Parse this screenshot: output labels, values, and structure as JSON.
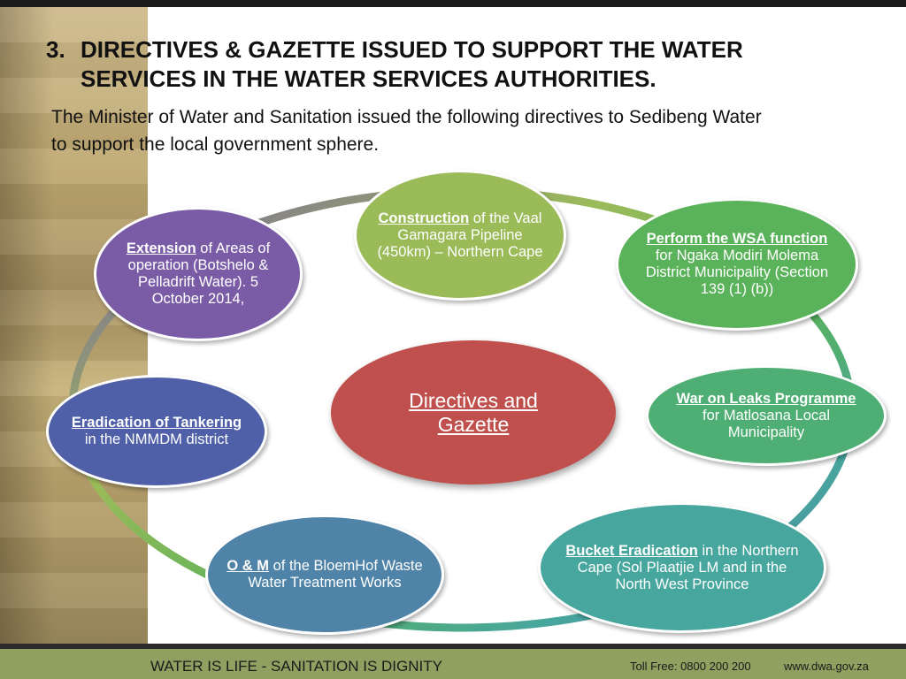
{
  "heading": {
    "number": "3.",
    "text": "DIRECTIVES & GAZETTE ISSUED TO SUPPORT THE WATER SERVICES IN THE WATER SERVICES AUTHORITIES."
  },
  "intro": "The Minister of Water and Sanitation issued the following directives to Sedibeng Water to support the local government sphere.",
  "diagram": {
    "center": "Directives and Gazette",
    "nodes": {
      "construction": {
        "bold": "Construction",
        "rest": " of the Vaal Gamagara Pipeline (450km) – Northern Cape",
        "color": "#9bbb59"
      },
      "wsa": {
        "bold": "Perform the WSA function",
        "rest": " for Ngaka Modiri Molema District Municipality (Section 139 (1) (b))",
        "color": "#5ab25a"
      },
      "leaks": {
        "bold": "War on Leaks Programme",
        "rest": " for Matlosana Local Municipality",
        "color": "#4fae73"
      },
      "bucket": {
        "bold": "Bucket Eradication",
        "rest": " in the Northern Cape (Sol Plaatjie LM and in the North West Province",
        "color": "#47a69d"
      },
      "om": {
        "bold": "O & M",
        "rest": " of the BloemHof Waste Water Treatment Works",
        "color": "#4f83a8"
      },
      "tankering": {
        "bold": "Eradication of Tankering",
        "rest": " in the NMMDM district",
        "color": "#4f5fa8"
      },
      "extension": {
        "bold": "Extension",
        "rest": " of Areas of operation (Botshelo & Pelladrift Water). 5 October 2014,",
        "color": "#7a5ca6"
      }
    }
  },
  "footer": {
    "slogan": "WATER IS LIFE - SANITATION IS DIGNITY",
    "toll": "Toll Free: 0800 200 200",
    "web": "www.dwa.gov.za"
  }
}
